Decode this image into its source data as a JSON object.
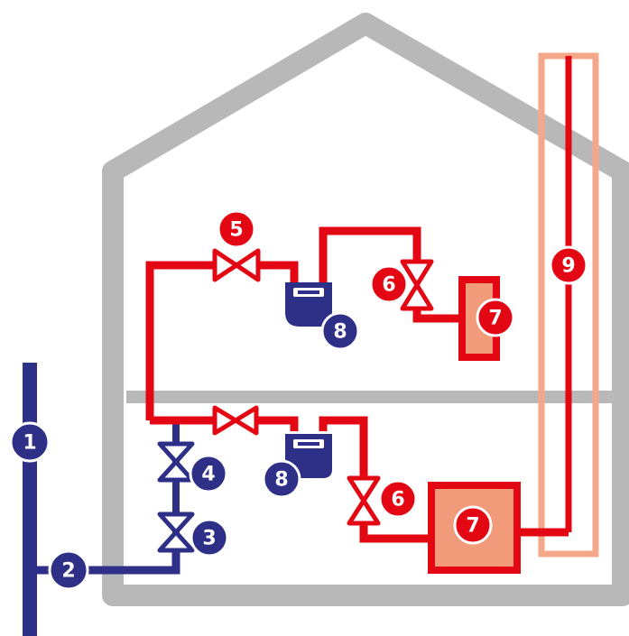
{
  "labels": {
    "main_pipe": "1",
    "service_line": "2",
    "valve_lower": "3",
    "valve_upper": "4",
    "valve_upper_floor": "5",
    "appliance_valve_upper": "6",
    "appliance_valve_lower": "6",
    "appliance_upper": "7",
    "appliance_lower": "7",
    "meter_upper": "8",
    "meter_lower": "8",
    "chimney": "9"
  },
  "colors": {
    "house_outline": "#b8b8b8",
    "gas_pipe_red": "#e30613",
    "supply_blue": "#2e3087",
    "appliance_fill": "#f29b7a",
    "chimney_outer": "#f5a78a",
    "label_text": "#ffffff"
  },
  "icons": {
    "valve": "bowtie-valve-icon",
    "meter": "gas-meter-icon",
    "appliance": "appliance-box-icon",
    "chimney": "flue-chimney-icon"
  }
}
